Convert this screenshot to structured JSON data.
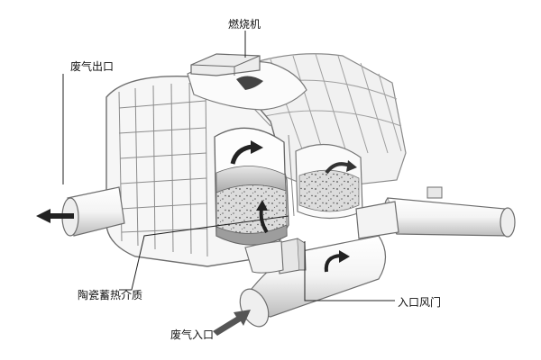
{
  "labels": {
    "burner": "燃烧机",
    "exhaust_outlet": "废气出口",
    "ceramic_media": "陶瓷蓄热介质",
    "inlet_damper": "入口风门",
    "exhaust_inlet": "废气入口"
  },
  "icons": [
    "outlet-flow-arrow",
    "inlet-flow-arrow",
    "chamber-flow-arrow"
  ]
}
